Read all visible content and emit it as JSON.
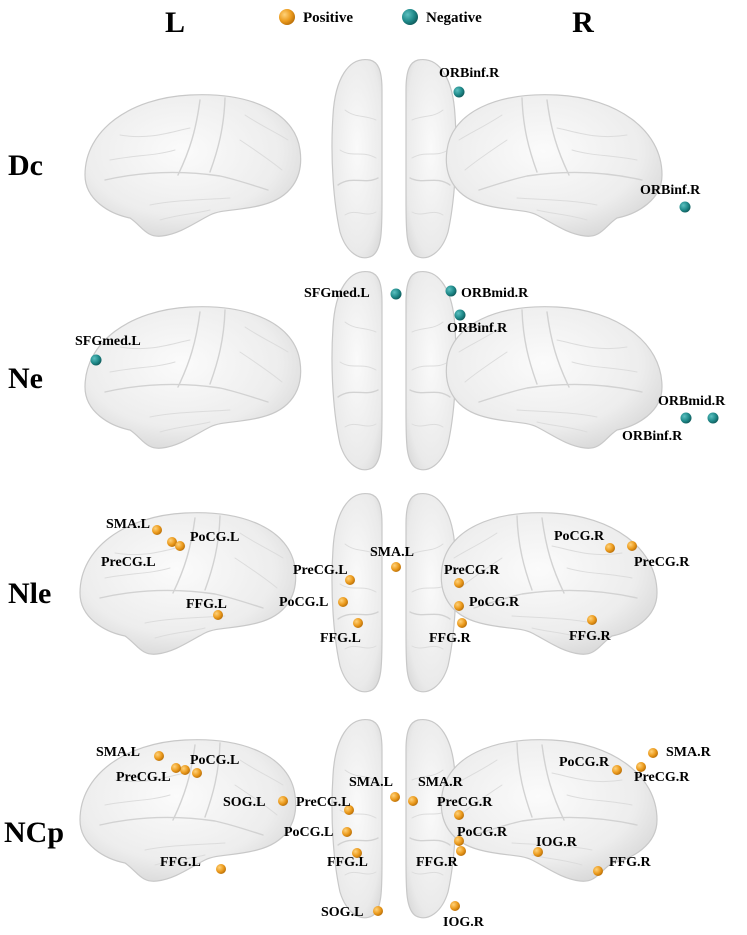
{
  "header": {
    "left_label": "L",
    "right_label": "R"
  },
  "legend": {
    "items": [
      {
        "label": "Positive",
        "color": "#f0a020"
      },
      {
        "label": "Negative",
        "color": "#1f8a8a"
      }
    ]
  },
  "rows": [
    {
      "label": "Dc",
      "regions": [
        {
          "view": "top",
          "name": "ORBinf.R",
          "type": "negative"
        },
        {
          "view": "right",
          "name": "ORBinf.R",
          "type": "negative"
        }
      ]
    },
    {
      "label": "Ne",
      "regions": [
        {
          "view": "left",
          "name": "SFGmed.L",
          "type": "negative"
        },
        {
          "view": "top",
          "name": "SFGmed.L",
          "type": "negative"
        },
        {
          "view": "top",
          "name": "ORBmid.R",
          "type": "negative"
        },
        {
          "view": "top",
          "name": "ORBinf.R",
          "type": "negative"
        },
        {
          "view": "right",
          "name": "ORBmid.R",
          "type": "negative"
        },
        {
          "view": "right",
          "name": "ORBinf.R",
          "type": "negative"
        }
      ]
    },
    {
      "label": "Nle",
      "regions": [
        {
          "view": "left",
          "name": "SMA.L",
          "type": "positive"
        },
        {
          "view": "left",
          "name": "PoCG.L",
          "type": "positive"
        },
        {
          "view": "left",
          "name": "PreCG.L",
          "type": "positive"
        },
        {
          "view": "left",
          "name": "FFG.L",
          "type": "positive"
        },
        {
          "view": "top",
          "name": "SMA.L",
          "type": "positive"
        },
        {
          "view": "top",
          "name": "PreCG.L",
          "type": "positive"
        },
        {
          "view": "top",
          "name": "PoCG.L",
          "type": "positive"
        },
        {
          "view": "top",
          "name": "FFG.L",
          "type": "positive"
        },
        {
          "view": "top",
          "name": "PreCG.R",
          "type": "positive"
        },
        {
          "view": "top",
          "name": "PoCG.R",
          "type": "positive"
        },
        {
          "view": "top",
          "name": "FFG.R",
          "type": "positive"
        },
        {
          "view": "right",
          "name": "PoCG.R",
          "type": "positive"
        },
        {
          "view": "right",
          "name": "PreCG.R",
          "type": "positive"
        },
        {
          "view": "right",
          "name": "FFG.R",
          "type": "positive"
        }
      ]
    },
    {
      "label": "NCp",
      "regions": [
        {
          "view": "left",
          "name": "SMA.L",
          "type": "positive"
        },
        {
          "view": "left",
          "name": "PoCG.L",
          "type": "positive"
        },
        {
          "view": "left",
          "name": "PreCG.L",
          "type": "positive"
        },
        {
          "view": "left",
          "name": "SOG.L",
          "type": "positive"
        },
        {
          "view": "left",
          "name": "FFG.L",
          "type": "positive"
        },
        {
          "view": "top",
          "name": "SMA.L",
          "type": "positive"
        },
        {
          "view": "top",
          "name": "SMA.R",
          "type": "positive"
        },
        {
          "view": "top",
          "name": "PreCG.L",
          "type": "positive"
        },
        {
          "view": "top",
          "name": "PreCG.R",
          "type": "positive"
        },
        {
          "view": "top",
          "name": "PoCG.L",
          "type": "positive"
        },
        {
          "view": "top",
          "name": "PoCG.R",
          "type": "positive"
        },
        {
          "view": "top",
          "name": "FFG.L",
          "type": "positive"
        },
        {
          "view": "top",
          "name": "FFG.R",
          "type": "positive"
        },
        {
          "view": "top",
          "name": "SOG.L",
          "type": "positive"
        },
        {
          "view": "top",
          "name": "IOG.R",
          "type": "positive"
        },
        {
          "view": "right",
          "name": "PoCG.R",
          "type": "positive"
        },
        {
          "view": "right",
          "name": "SMA.R",
          "type": "positive"
        },
        {
          "view": "right",
          "name": "PreCG.R",
          "type": "positive"
        },
        {
          "view": "right",
          "name": "IOG.R",
          "type": "positive"
        },
        {
          "view": "right",
          "name": "FFG.R",
          "type": "positive"
        }
      ]
    }
  ]
}
